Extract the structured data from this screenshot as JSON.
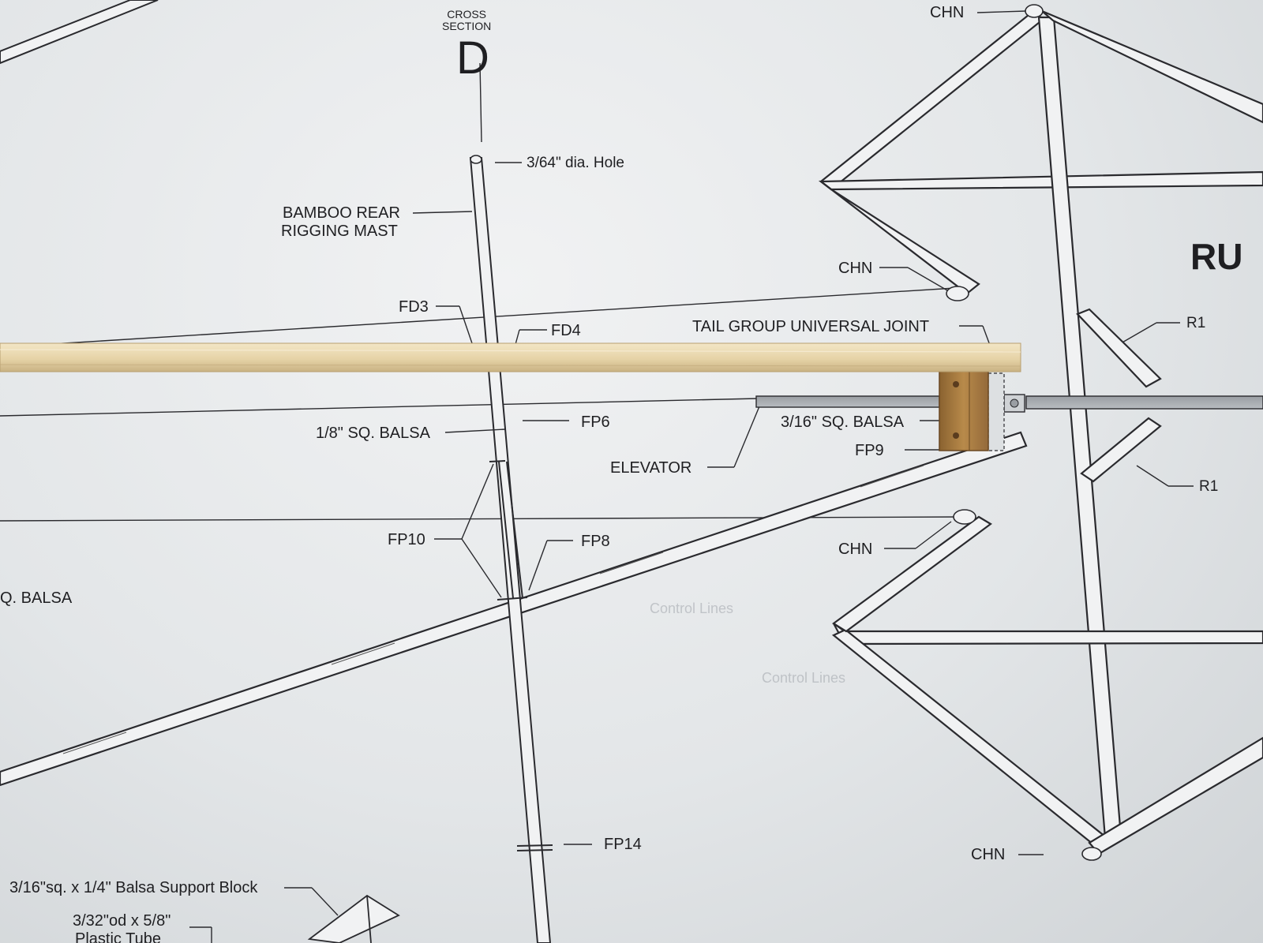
{
  "colors": {
    "paper": "#e6e8ea",
    "ink": "#1f1f22",
    "balsa_stick": "#e8d6ac",
    "balsa_block": "#a87a3c",
    "brace": "#f1f2f3"
  },
  "labels": {
    "cross_section_title": "CROSS\nSECTION",
    "cross_section_letter": "D",
    "hole": "3/64\" dia. Hole",
    "mast_line1": "BAMBOO REAR",
    "mast_line2": "RIGGING MAST",
    "fd3": "FD3",
    "fd4": "FD4",
    "tail_joint": "TAIL GROUP UNIVERSAL JOINT",
    "balsa_eighth": "1/8\" SQ. BALSA",
    "fp6": "FP6",
    "balsa_three_sixteenth": "3/16\" SQ. BALSA",
    "fp9": "FP9",
    "elevator": "ELEVATOR",
    "fp10": "FP10",
    "fp8": "FP8",
    "q_balsa": "Q. BALSA",
    "fp14": "FP14",
    "support_block": "3/16\"sq. x 1/4\" Balsa Support Block",
    "tube_line1": "3/32\"od x 5/8\"",
    "tube_line2": "Plastic Tube",
    "chn_top": "CHN",
    "chn_mid": "CHN",
    "chn_lower": "CHN",
    "chn_bottom": "CHN",
    "rudder_partial": "RU",
    "r1_upper": "R1",
    "r1_lower": "R1",
    "control_lines_1": "Control Lines",
    "control_lines_2": "Control Lines"
  }
}
